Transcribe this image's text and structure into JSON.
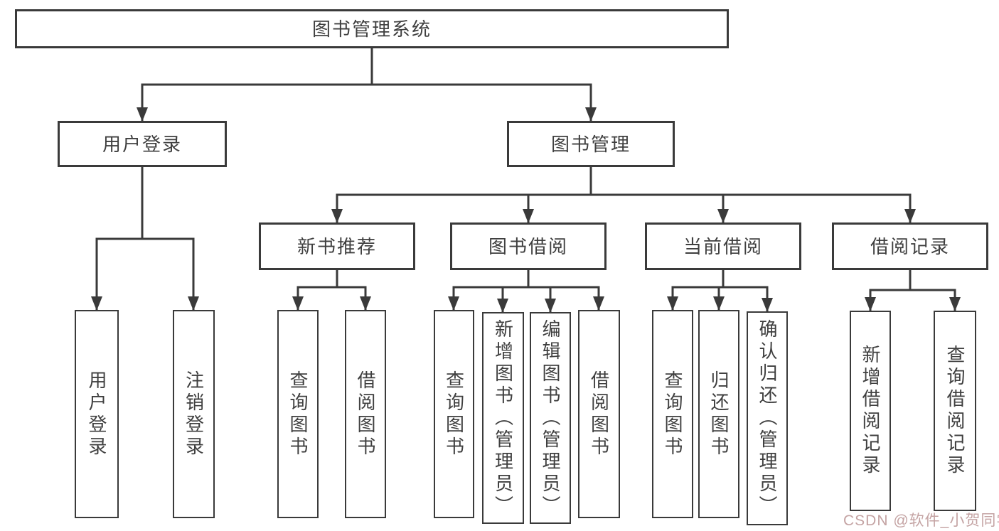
{
  "tree": {
    "root": {
      "label": "图书管理系统"
    },
    "level2": [
      {
        "label": "用户登录"
      },
      {
        "label": "图书管理"
      }
    ],
    "level3": [
      {
        "label": "新书推荐"
      },
      {
        "label": "图书借阅"
      },
      {
        "label": "当前借阅"
      },
      {
        "label": "借阅记录"
      }
    ],
    "leaves": {
      "user": [
        "用户登录",
        "注销登录"
      ],
      "new_books": [
        "查询图书",
        "借阅图书"
      ],
      "book_borrow": [
        "查询图书",
        "新增图书（管理员）",
        "编辑图书（管理员）",
        "借阅图书"
      ],
      "current": [
        "查询图书",
        "归还图书",
        "确认归还（管理员）"
      ],
      "records": [
        "新增借阅记录",
        "查询借阅记录"
      ]
    }
  },
  "watermark": {
    "text": "CSDN @软件_小贺同学"
  },
  "colors": {
    "line": "#3a3a3a",
    "text": "#3f3f3f",
    "background": "#ffffff",
    "watermark": "#c4a3a3"
  }
}
